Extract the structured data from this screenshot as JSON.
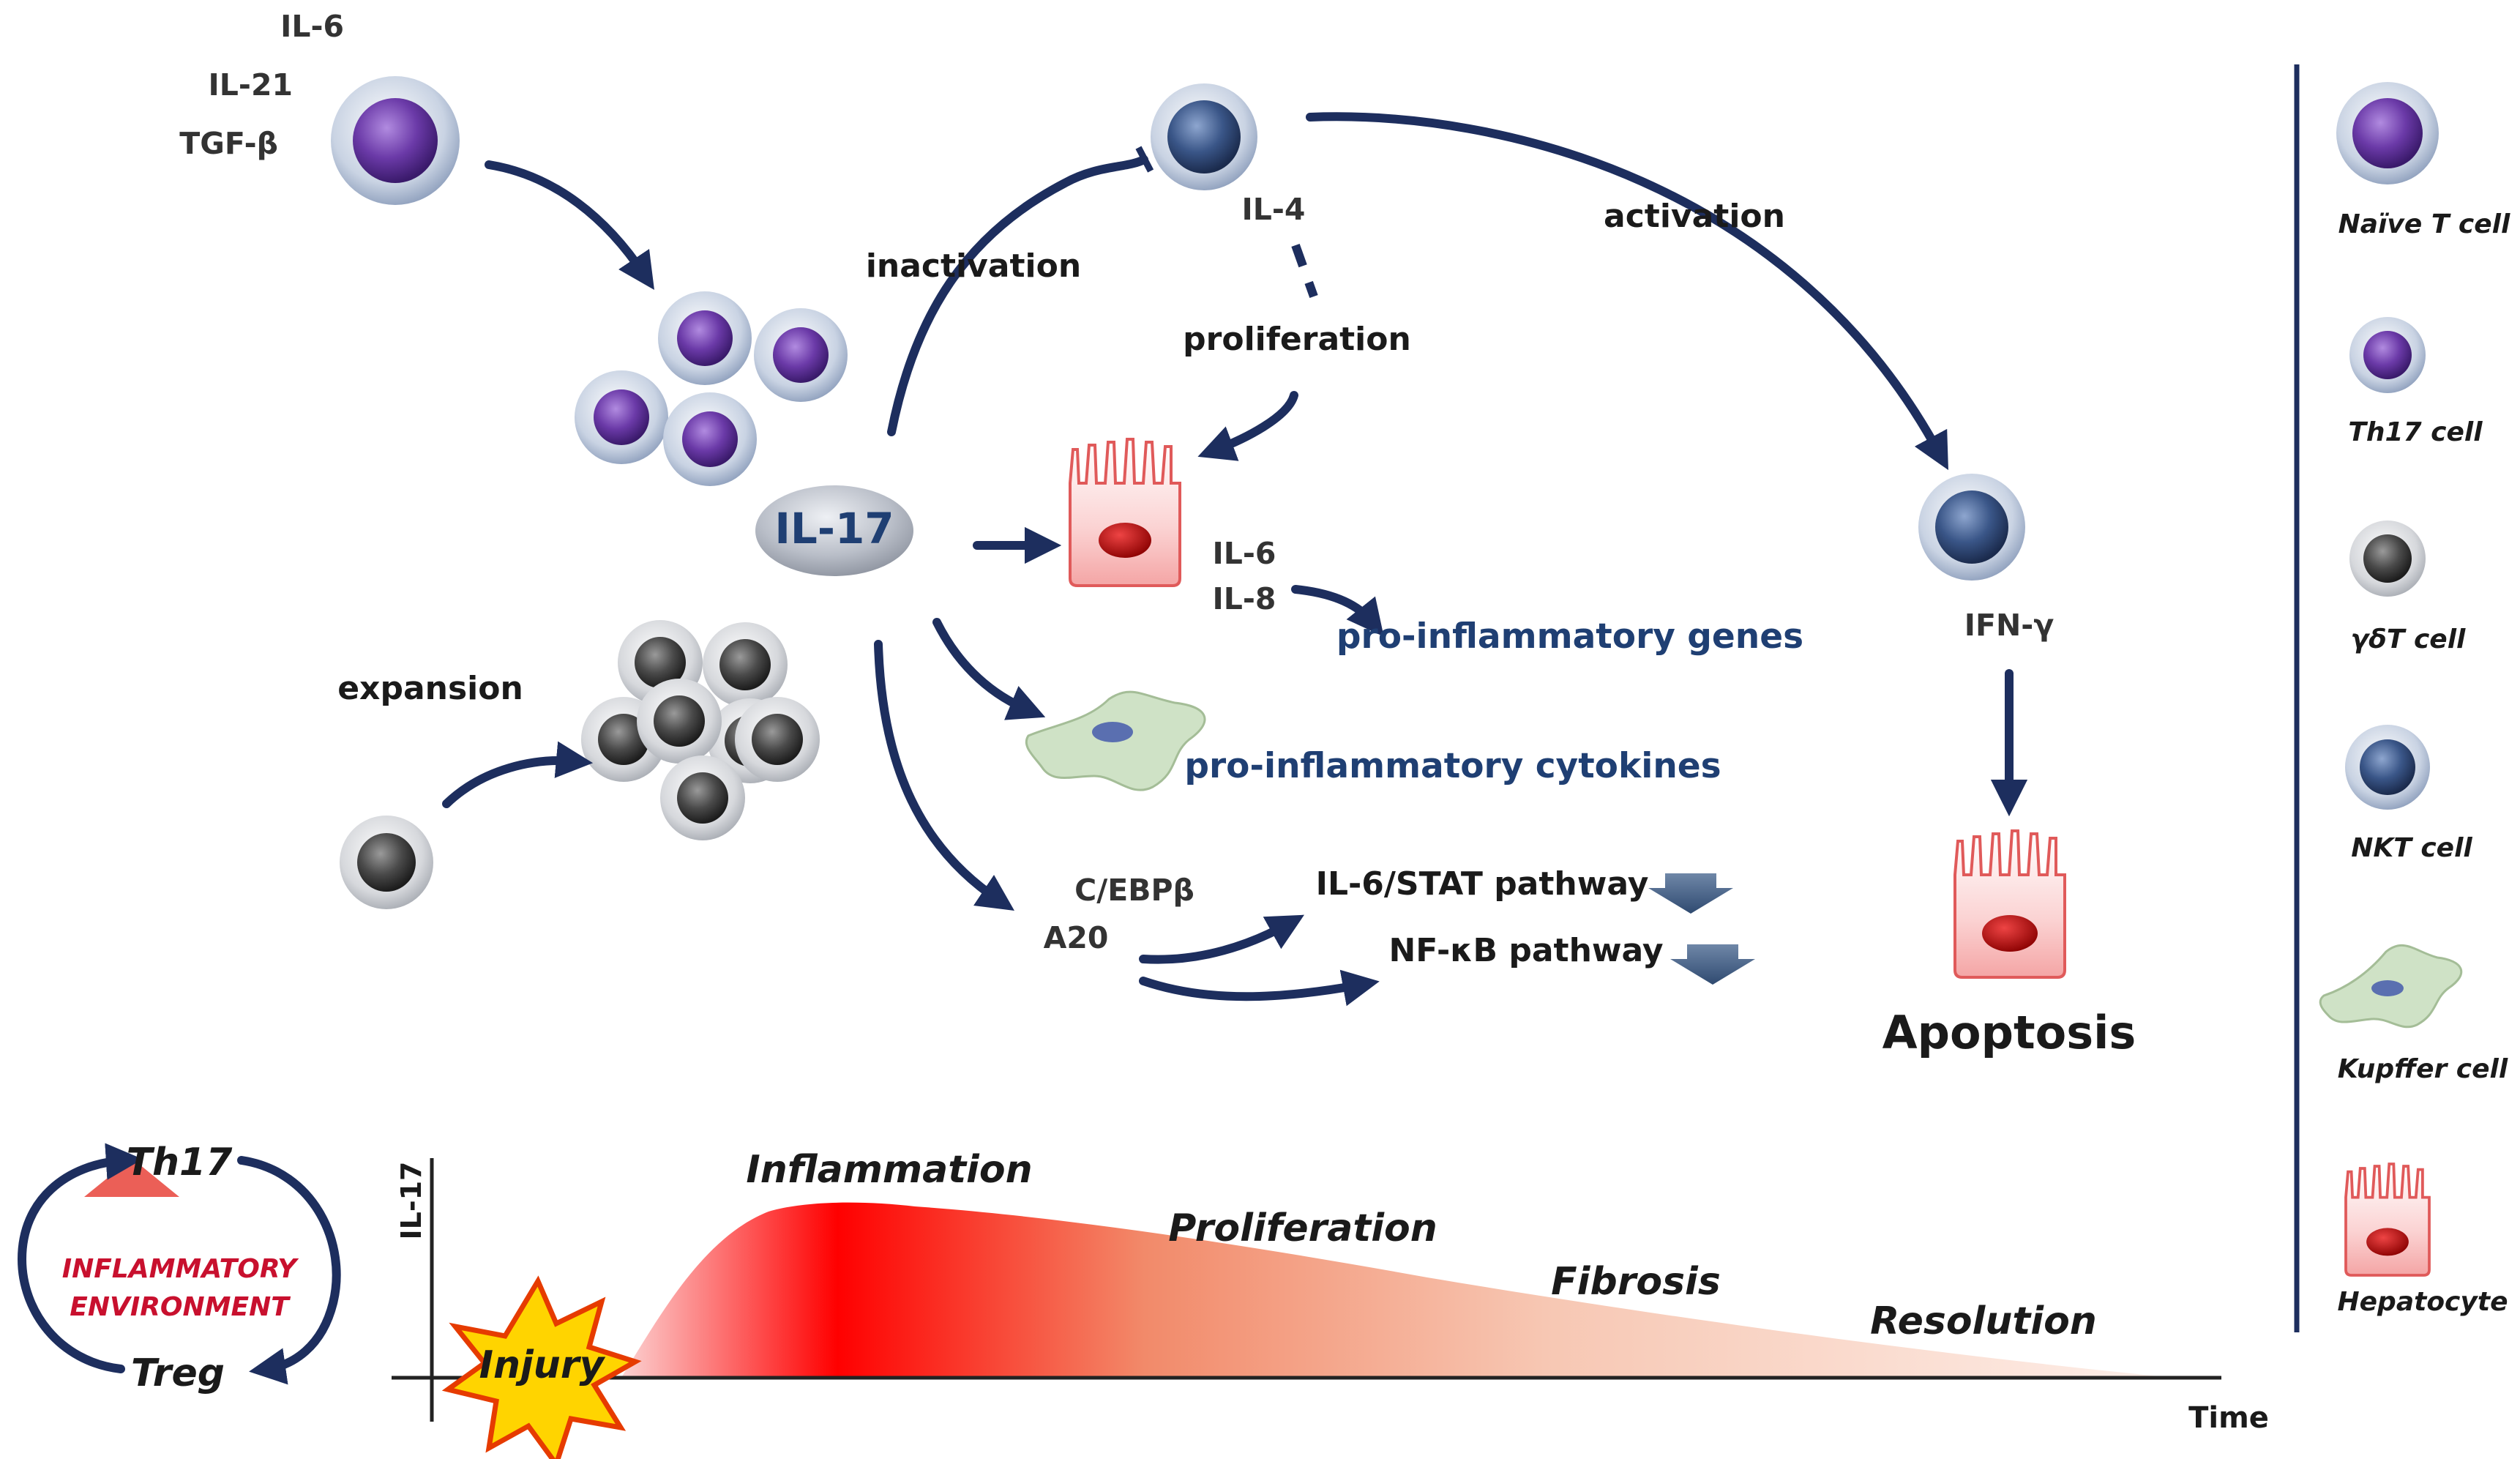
{
  "naive_stimuli": [
    "IL-6",
    "IL-21",
    "TGF-β"
  ],
  "center": {
    "il17": "IL-17",
    "il4": "IL-4",
    "inactivation": "inactivation",
    "activation": "activation",
    "proliferation": "proliferation",
    "expansion": "expansion",
    "hep_cytokines": [
      "IL-6",
      "IL-8"
    ],
    "proinflammatory_genes": "pro-inflammatory genes",
    "proinflammatory_cytokines": "pro-inflammatory cytokines",
    "tf_labels": [
      "C/EBPβ",
      "A20"
    ],
    "il6_stat": "IL-6/STAT pathway",
    "nfkb": "NF-κB pathway",
    "ifng": "IFN-γ",
    "apoptosis": "Apoptosis"
  },
  "legend": {
    "items": [
      "Naïve T cell",
      "Th17 cell",
      "γδT cell",
      "NKT cell",
      "Kupffer cell",
      "Hepatocyte"
    ]
  },
  "cycle": {
    "top": "Th17",
    "bottom": "Treg",
    "environment": [
      "INFLAMMATORY",
      "ENVIRONMENT"
    ]
  },
  "timeline": {
    "ylabel": "IL-17",
    "xlabel": "Time",
    "injury": "Injury",
    "phases": [
      "Inflammation",
      "Proliferation",
      "Fibrosis",
      "Resolution"
    ]
  },
  "colors": {
    "arrow": "#1d2e5e",
    "th17": "#5a2d91",
    "nkt": "#2f4a7a",
    "gammadelta": "#3a3a3a",
    "inflammation_peak": "#ff0000",
    "environment_text": "#c8102e"
  }
}
